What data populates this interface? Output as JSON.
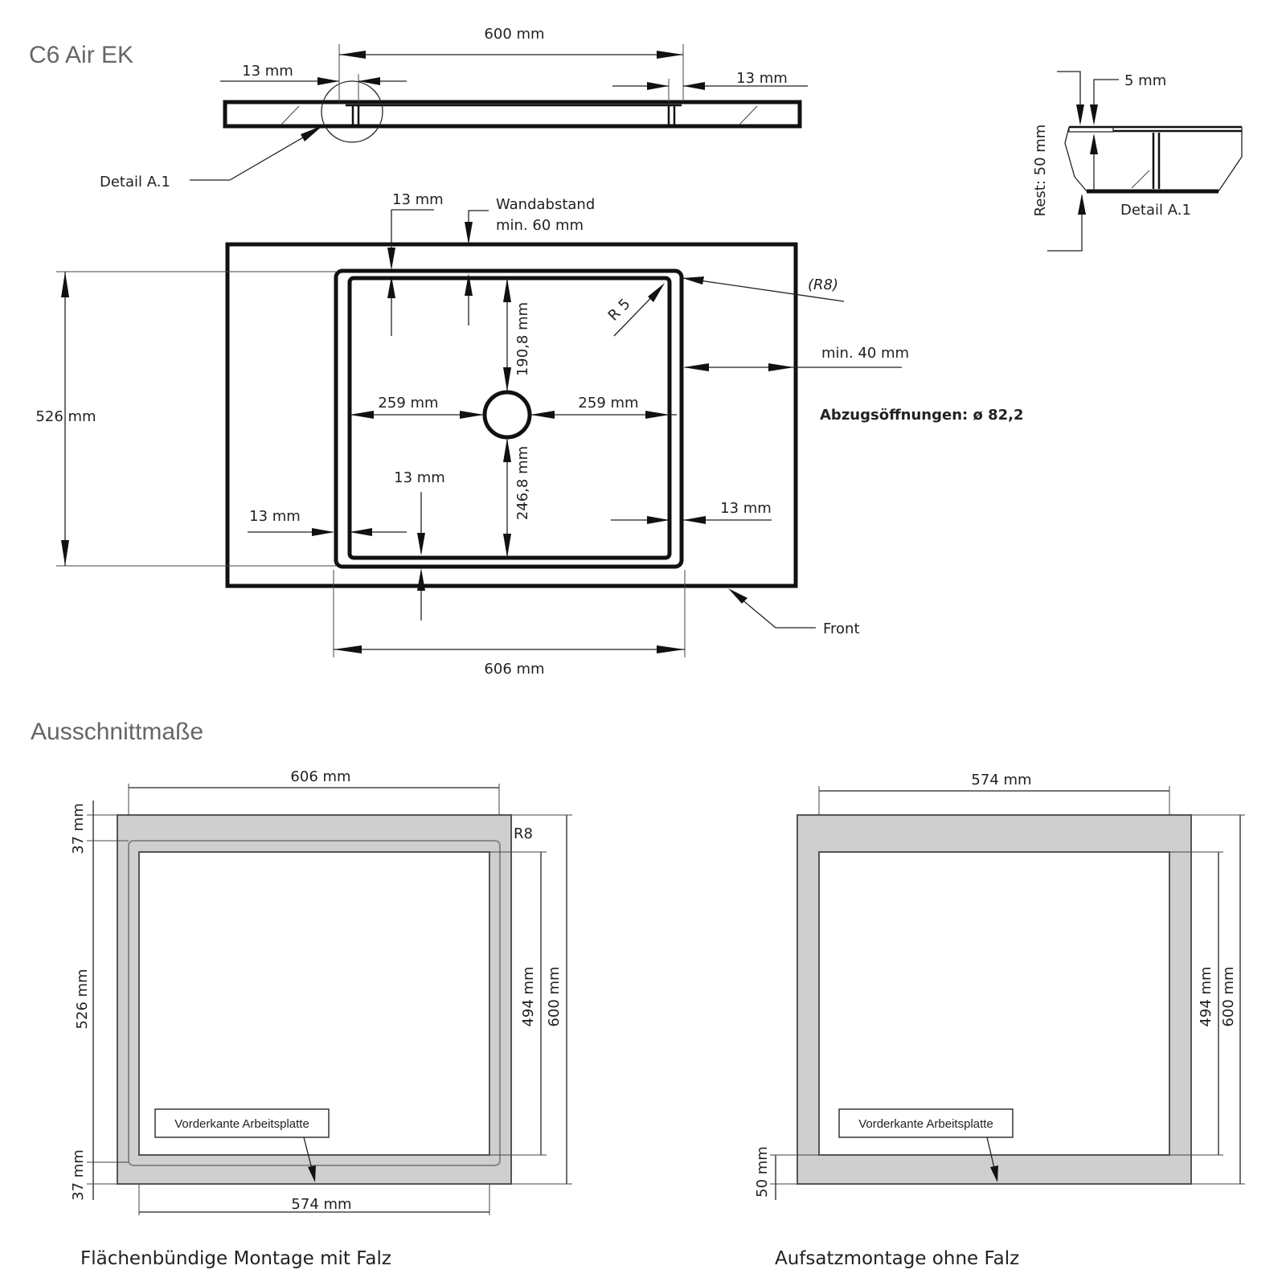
{
  "titles": {
    "product": "C6 Air EK",
    "cutout": "Ausschnittmaße"
  },
  "top_view": {
    "width_600": "600 mm",
    "left_13": "13 mm",
    "right_13": "13 mm",
    "detail_callout": "Detail A.1"
  },
  "detail": {
    "five_mm": "5 mm",
    "rest": "Rest: 50 mm",
    "label": "Detail A.1"
  },
  "plan": {
    "top_13": "13 mm",
    "wall_line1": "Wandabstand",
    "wall_line2": "min. 60 mm",
    "r8": "(R8)",
    "r5": "R 5",
    "min40": "min. 40 mm",
    "depth_526": "526 mm",
    "h_1908": "190,8 mm",
    "h_2468": "246,8 mm",
    "w_left": "259 mm",
    "w_right": "259 mm",
    "drain": "Abzugsöffnungen: ø 82,2",
    "inner_13": "13 mm",
    "left_13": "13 mm",
    "right_13": "13 mm",
    "front": "Front",
    "w_606": "606 mm"
  },
  "cutout_left": {
    "w_606": "606 mm",
    "top_37": "37 mm",
    "r8": "R8",
    "h_526": "526 mm",
    "h_494": "494 mm",
    "h_600": "600 mm",
    "bottom_37": "37 mm",
    "front_edge": "Vorderkante Arbeitsplatte",
    "w_574": "574 mm",
    "caption": "Flächenbündige Montage mit Falz"
  },
  "cutout_right": {
    "w_574": "574 mm",
    "h_494": "494 mm",
    "h_600": "600 mm",
    "bottom_50": "50 mm",
    "front_edge": "Vorderkante Arbeitsplatte",
    "caption": "Aufsatzmontage ohne Falz"
  }
}
